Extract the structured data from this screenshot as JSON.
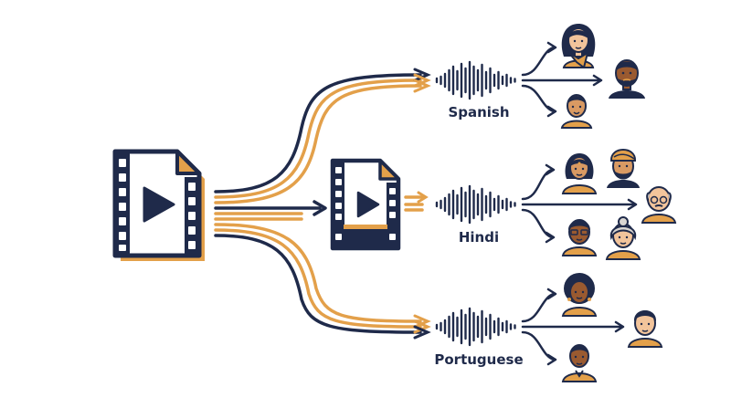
{
  "colors": {
    "navy": "#1f2a4a",
    "orange": "#e3a04a",
    "skin_light": "#f2c49b",
    "skin_mid": "#d99a63",
    "skin_dark": "#9a5a30",
    "hair_dark": "#1f2a4a",
    "hair_gray": "#d9d6d2",
    "white": "#ffffff"
  },
  "languages": [
    {
      "id": "spanish",
      "label": "Spanish"
    },
    {
      "id": "hindi",
      "label": "Hindi"
    },
    {
      "id": "portuguese",
      "label": "Portuguese"
    }
  ],
  "icons": {
    "source": "video-file-icon",
    "dubbed": "video-file-icon",
    "audio": "sound-wave-icon",
    "person": "person-avatar-icon"
  }
}
